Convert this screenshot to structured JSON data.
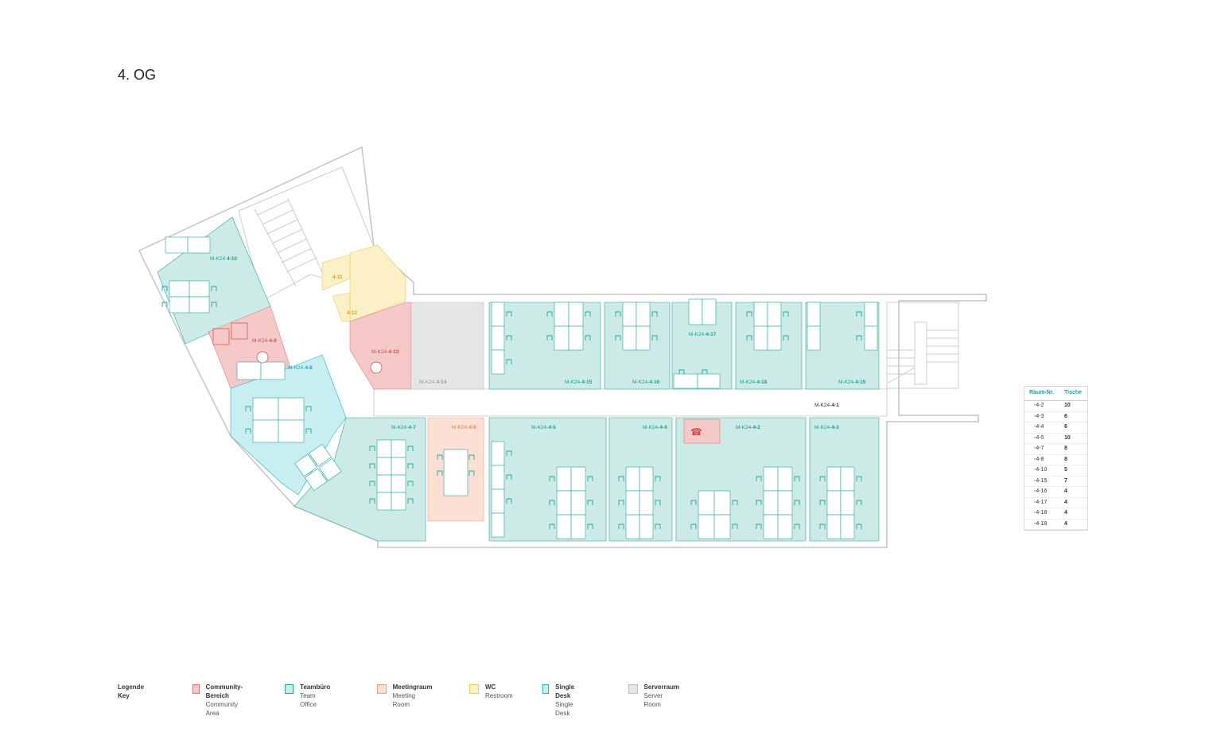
{
  "floor_title": "4. OG",
  "colors": {
    "community": "#f6c9c9",
    "community_border": "#e07a7a",
    "team": "#cdebe6",
    "team_border": "#2aa79b",
    "meeting": "#fbe0d3",
    "meeting_border": "#f0a080",
    "wc": "#fbf0c6",
    "wc_border": "#eacb5e",
    "single": "#c9eef2",
    "single_border": "#1bb8c9",
    "server": "#e6e6e6",
    "server_border": "#bdbdbd",
    "wall": "#bdbdbd",
    "furniture": "#22a89c"
  },
  "rooms": [
    {
      "prefix": "M-K24 ",
      "num": "4-10",
      "type": "team"
    },
    {
      "prefix": "",
      "num": "4-11",
      "type": "wc"
    },
    {
      "prefix": "",
      "num": "4-12",
      "type": "wc"
    },
    {
      "prefix": "M-K24-",
      "num": "4-9",
      "type": "community"
    },
    {
      "prefix": "M-K24-",
      "num": "4-13",
      "type": "community"
    },
    {
      "prefix": "M-K24-",
      "num": "4-14",
      "type": "server"
    },
    {
      "prefix": "M-K24-",
      "num": "4-8",
      "type": "single"
    },
    {
      "prefix": "M-K24-",
      "num": "4-15",
      "type": "team"
    },
    {
      "prefix": "M-K24-",
      "num": "4-16",
      "type": "team"
    },
    {
      "prefix": "M-K24-",
      "num": "4-17",
      "type": "team"
    },
    {
      "prefix": "M-K24-",
      "num": "4-18",
      "type": "team"
    },
    {
      "prefix": "M-K24-",
      "num": "4-19",
      "type": "team"
    },
    {
      "prefix": "M-K24-",
      "num": "4-1",
      "type": "corridor"
    },
    {
      "prefix": "M-K24-",
      "num": "4-7",
      "type": "team"
    },
    {
      "prefix": "M-K24-",
      "num": "4-6",
      "type": "meeting"
    },
    {
      "prefix": "M-K24-",
      "num": "4-5",
      "type": "team"
    },
    {
      "prefix": "M-K24-",
      "num": "4-4",
      "type": "team"
    },
    {
      "prefix": "M-K24-",
      "num": "4-2",
      "type": "team"
    },
    {
      "prefix": "M-K24-",
      "num": "4-3",
      "type": "team"
    }
  ],
  "room_table": {
    "header_room": "Raum-Nr.",
    "header_tables": "Tische",
    "rows": [
      {
        "room": "-4-2",
        "tables": "10"
      },
      {
        "room": "-4-3",
        "tables": "6"
      },
      {
        "room": "-4-4",
        "tables": "6"
      },
      {
        "room": "-4-5",
        "tables": "10"
      },
      {
        "room": "-4-7",
        "tables": "8"
      },
      {
        "room": "-4-8",
        "tables": "8"
      },
      {
        "room": "-4-10",
        "tables": "5"
      },
      {
        "room": "-4-15",
        "tables": "7"
      },
      {
        "room": "-4-16",
        "tables": "4"
      },
      {
        "room": "-4-17",
        "tables": "4"
      },
      {
        "room": "-4-18",
        "tables": "4"
      },
      {
        "room": "-4-19",
        "tables": "4"
      }
    ]
  },
  "legend": {
    "title_de": "Legende",
    "title_en": "Key",
    "items": [
      {
        "de": "Community-Bereich",
        "en": "Community Area",
        "fill": "#f6c9c9",
        "border": "#e07a7a"
      },
      {
        "de": "Teambüro",
        "en": "Team Office",
        "fill": "#cdebe6",
        "border": "#2aa79b"
      },
      {
        "de": "Meetingraum",
        "en": "Meeting Room",
        "fill": "#fbe0d3",
        "border": "#f0a080"
      },
      {
        "de": "WC",
        "en": "Restroom",
        "fill": "#fbf0c6",
        "border": "#eacb5e"
      },
      {
        "de": "Single Desk",
        "en": "Single Desk",
        "fill": "#c9eef2",
        "border": "#1bb8c9"
      },
      {
        "de": "Serverraum",
        "en": "Server Room",
        "fill": "#e6e6e6",
        "border": "#bdbdbd"
      }
    ]
  }
}
